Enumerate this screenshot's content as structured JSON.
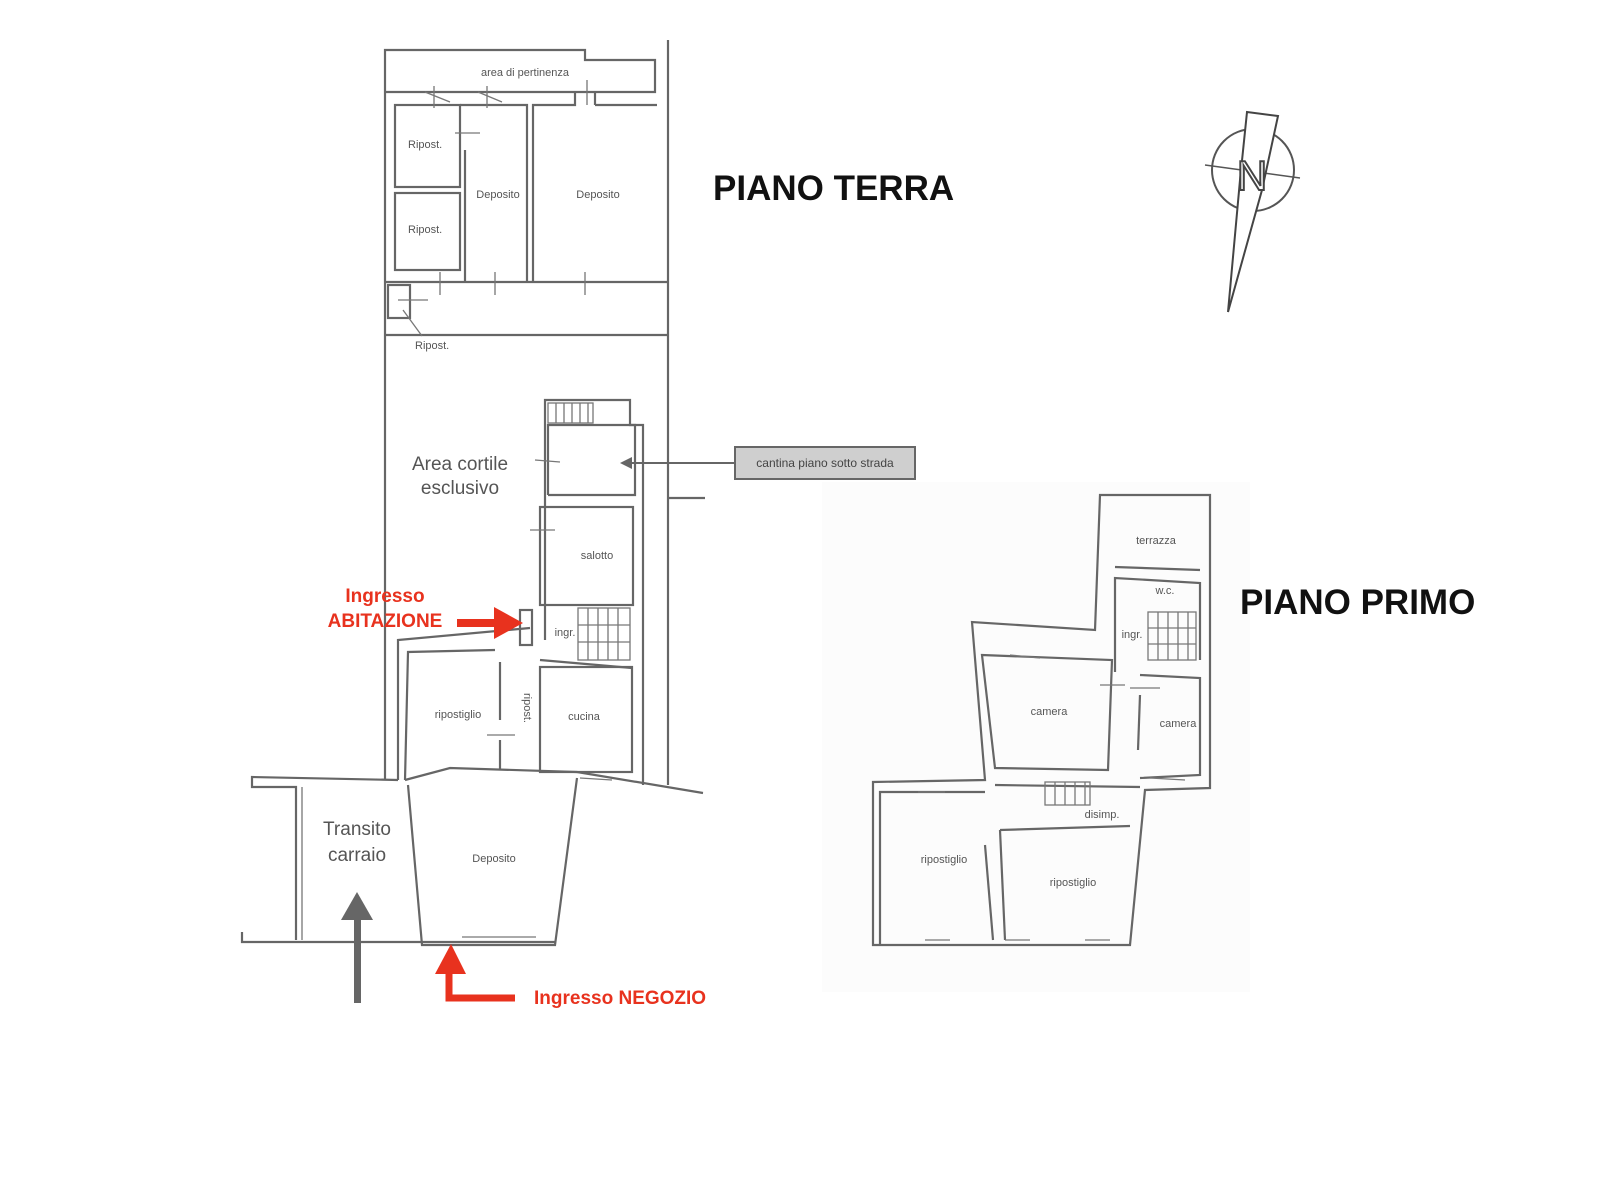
{
  "titles": {
    "ground_floor": "PIANO TERRA",
    "first_floor": "PIANO PRIMO"
  },
  "compass": {
    "letter": "N"
  },
  "ground_floor": {
    "rooms": {
      "area_pertinenza": "area di pertinenza",
      "ripost_1": "Ripost.",
      "ripost_2": "Ripost.",
      "ripost_3": "Ripost.",
      "deposito_1": "Deposito",
      "deposito_2": "Deposito",
      "cortile_line1": "Area cortile",
      "cortile_line2": "esclusivo",
      "salotto": "salotto",
      "ingr": "ingr.",
      "ripostiglio": "ripostiglio",
      "ripost_small": "ripost.",
      "cucina": "cucina",
      "deposito_shop": "Deposito",
      "transito_line1": "Transito",
      "transito_line2": "carraio"
    },
    "callout": "cantina piano sotto strada",
    "entrance_home_line1": "Ingresso",
    "entrance_home_line2": "ABITAZIONE",
    "entrance_shop": "Ingresso NEGOZIO"
  },
  "first_floor": {
    "rooms": {
      "terrazza": "terrazza",
      "wc": "w.c.",
      "ingr": "ingr.",
      "camera_1": "camera",
      "camera_2": "camera",
      "disimp": "disimp.",
      "ripostiglio_1": "ripostiglio",
      "ripostiglio_2": "ripostiglio"
    }
  },
  "colors": {
    "accent_red": "#e8321e",
    "arrow_gray": "#666666",
    "wall": "#666666"
  }
}
